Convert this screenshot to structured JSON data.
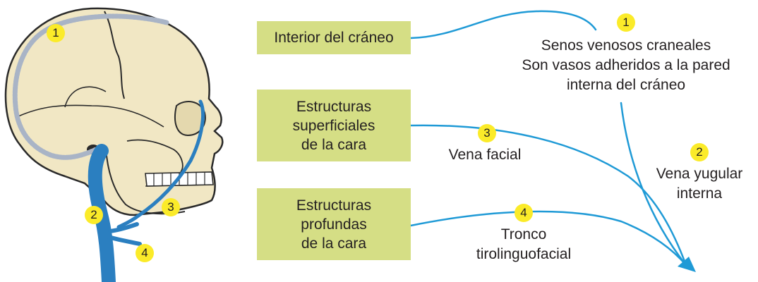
{
  "boxes": {
    "interior": [
      "Interior del cráneo"
    ],
    "superficial": [
      "Estructuras",
      "superficiales",
      "de la cara"
    ],
    "profundas": [
      "Estructuras",
      "profundas",
      "de la cara"
    ]
  },
  "labels": {
    "senos": [
      "Senos venosos craneales",
      "Son vasos adheridos a la pared",
      "interna del cráneo"
    ],
    "yugular": [
      "Vena yugular",
      "interna"
    ],
    "facial": [
      "Vena facial"
    ],
    "tronco": [
      "Tronco",
      "tirolinguofacial"
    ]
  },
  "badges": {
    "one": "1",
    "two": "2",
    "three": "3",
    "four": "4"
  },
  "colors": {
    "box_fill": "#d5de85",
    "badge_fill": "#fbeb29",
    "vein_blue": "#2b7fc0",
    "arrow_blue": "#1f9ad6",
    "bone": "#f1e7c4",
    "outline": "#2a2a2a"
  }
}
